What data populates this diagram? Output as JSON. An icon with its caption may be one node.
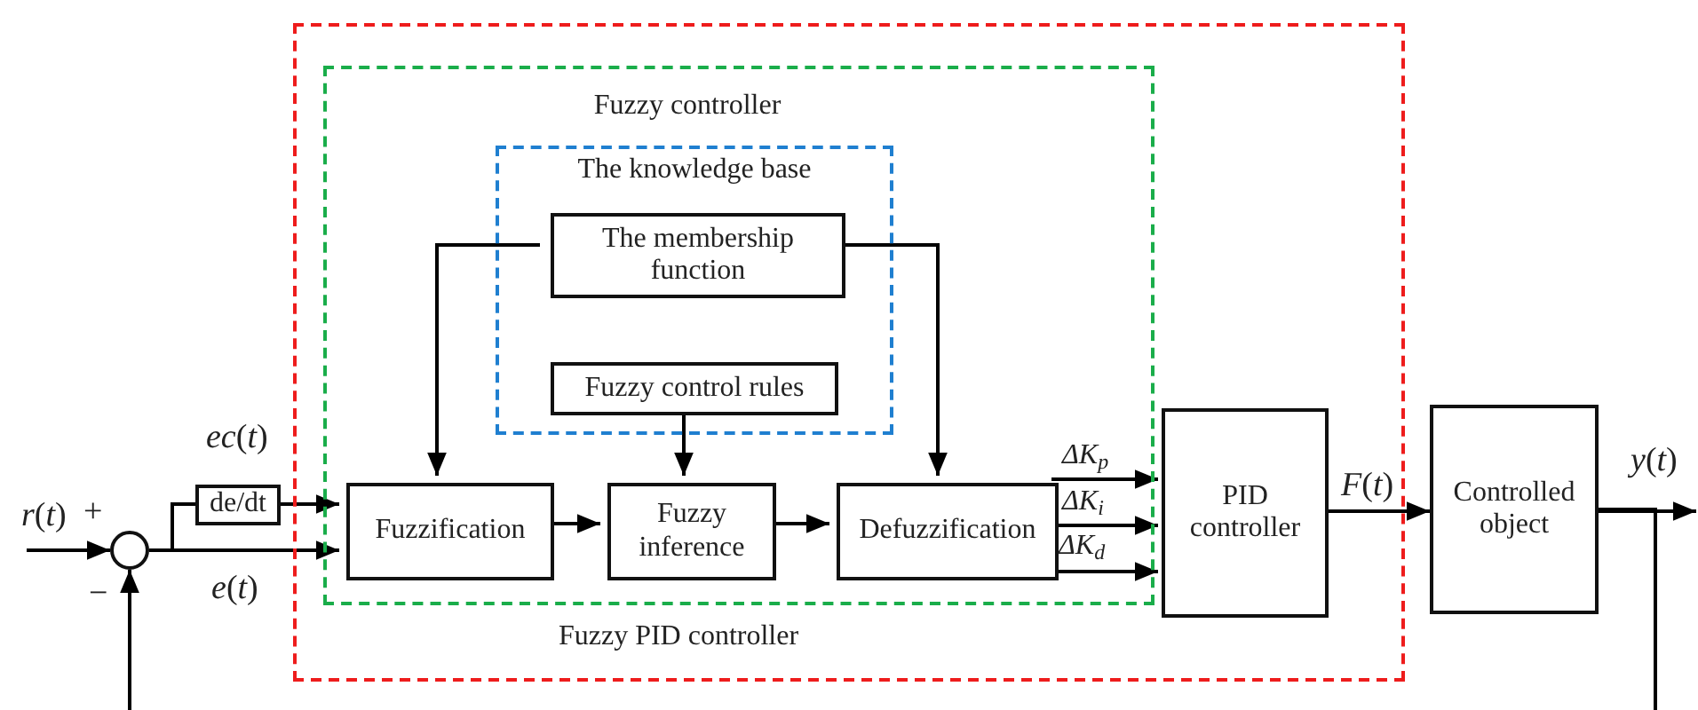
{
  "diagram": {
    "nodes": [
      {
        "text": [
          "Fuzzy PID controller"
        ]
      },
      {
        "text": [
          "Fuzzy controller"
        ],
        "in": 0
      },
      {
        "text": [
          "The knowledge base"
        ],
        "in": 1
      },
      {
        "text": [
          "The membership function"
        ],
        "in": 2
      },
      {
        "text": [
          "Fuzzy control rules"
        ],
        "in": 2
      },
      {
        "text": [
          "Fuzzification"
        ],
        "in": 1
      },
      {
        "text": [
          "Fuzzy inference"
        ],
        "in": 1
      },
      {
        "text": [
          "Defuzzification"
        ],
        "in": 1
      },
      {
        "text": [
          "PID controller"
        ],
        "in": 0
      },
      {
        "text": [
          "Controlled object"
        ]
      },
      {
        "text": [],
        "shape": "circle"
      },
      {
        "text": [
          "de/dt"
        ]
      }
    ],
    "edges": [
      {
        "from": null,
        "to": 10,
        "arrow": "to"
      },
      {
        "from": 9,
        "to": 10,
        "arrow": "to"
      },
      {
        "from": 10,
        "to": 11,
        "arrow": "none"
      },
      {
        "from": 11,
        "to": 5,
        "arrow": "to"
      },
      {
        "from": 10,
        "to": 5,
        "arrow": "to"
      },
      {
        "from": 3,
        "to": 5,
        "arrow": "to"
      },
      {
        "from": 3,
        "to": 7,
        "arrow": "to"
      },
      {
        "from": 4,
        "to": 6,
        "arrow": "to"
      },
      {
        "from": 5,
        "to": 6,
        "arrow": "to"
      },
      {
        "from": 6,
        "to": 7,
        "arrow": "to"
      },
      {
        "from": 7,
        "to": 8,
        "arrow": "to"
      },
      {
        "from": 7,
        "to": 8,
        "arrow": "to"
      },
      {
        "from": 7,
        "to": 8,
        "arrow": "to"
      },
      {
        "from": 8,
        "to": 9,
        "arrow": "to"
      },
      {
        "from": 9,
        "to": null,
        "arrow": "to"
      }
    ],
    "labels": [
      "*r*(*t*)",
      "+",
      "−",
      "*ec*(*t*)",
      "*e*(*t*)",
      "ΔK$_{p}$",
      "ΔK$_{i}$",
      "ΔK$_{d}$",
      "*F*(*t*)",
      "*y*(*t*)"
    ]
  }
}
